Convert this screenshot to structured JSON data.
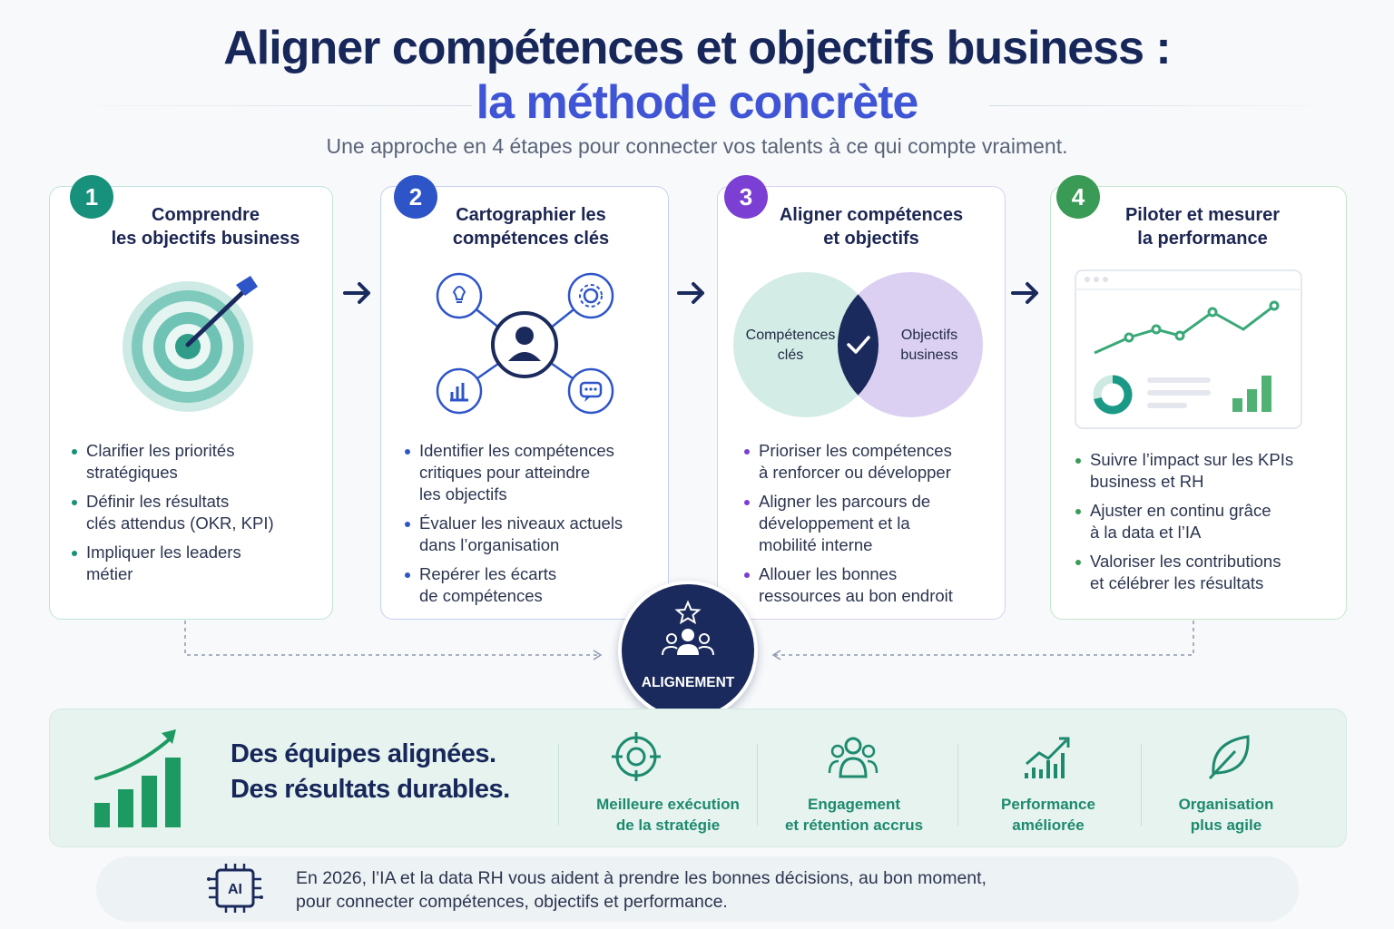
{
  "header": {
    "title_line1": "Aligner compétences et objectifs business :",
    "title_line2": "la méthode concrète",
    "subtitle": "Une approche en 4 étapes pour connecter vos talents à ce qui compte vraiment."
  },
  "steps": [
    {
      "number": "1",
      "title_line1": "Comprendre",
      "title_line2": "les objectifs business",
      "color": "#17907c",
      "bullets": [
        [
          "Clarifier les priorités",
          "stratégiques"
        ],
        [
          "Définir les résultats",
          "clés attendus (OKR, KPI)"
        ],
        [
          "Impliquer les leaders",
          "métier"
        ]
      ]
    },
    {
      "number": "2",
      "title_line1": "Cartographier les",
      "title_line2": "compétences clés",
      "color": "#2e55c8",
      "bullets": [
        [
          "Identifier les compétences",
          "critiques pour atteindre",
          "les objectifs"
        ],
        [
          "Évaluer les niveaux actuels",
          "dans l’organisation"
        ],
        [
          "Repérer les écarts",
          "de compétences"
        ]
      ]
    },
    {
      "number": "3",
      "title_line1": "Aligner compétences",
      "title_line2": "et objectifs",
      "color": "#7b3fd3",
      "venn_left_line1": "Compétences",
      "venn_left_line2": "clés",
      "venn_right_line1": "Objectifs",
      "venn_right_line2": "business",
      "bullets": [
        [
          "Prioriser les compétences",
          "à renforcer ou développer"
        ],
        [
          "Aligner les parcours de",
          "développement et la",
          "mobilité interne"
        ],
        [
          "Allouer les bonnes",
          "ressources au bon endroit"
        ]
      ]
    },
    {
      "number": "4",
      "title_line1": "Piloter et mesurer",
      "title_line2": "la performance",
      "color": "#3a9b56",
      "bullets": [
        [
          "Suivre l’impact sur les KPIs",
          "business et RH"
        ],
        [
          "Ajuster en continu grâce",
          "à la data et l’IA"
        ],
        [
          "Valoriser les contributions",
          "et célébrer les résultats"
        ]
      ]
    }
  ],
  "alignment": {
    "label": "ALIGNEMENT"
  },
  "results": {
    "tagline_line1": "Des équipes alignées.",
    "tagline_line2": "Des résultats durables.",
    "benefits": [
      {
        "icon": "target-icon",
        "line1": "Meilleure exécution",
        "line2": "de la stratégie"
      },
      {
        "icon": "people-icon",
        "line1": "Engagement",
        "line2": "et rétention accrus"
      },
      {
        "icon": "growth-chart-icon",
        "line1": "Performance",
        "line2": "améliorée"
      },
      {
        "icon": "leaf-icon",
        "line1": "Organisation",
        "line2": "plus agile"
      }
    ]
  },
  "footer": {
    "ai_icon_label": "AI",
    "text_line1": "En 2026, l’IA et la data RH vous aident à prendre les bonnes décisions, au bon moment,",
    "text_line2": "pour connecter compétences, objectifs et performance."
  }
}
